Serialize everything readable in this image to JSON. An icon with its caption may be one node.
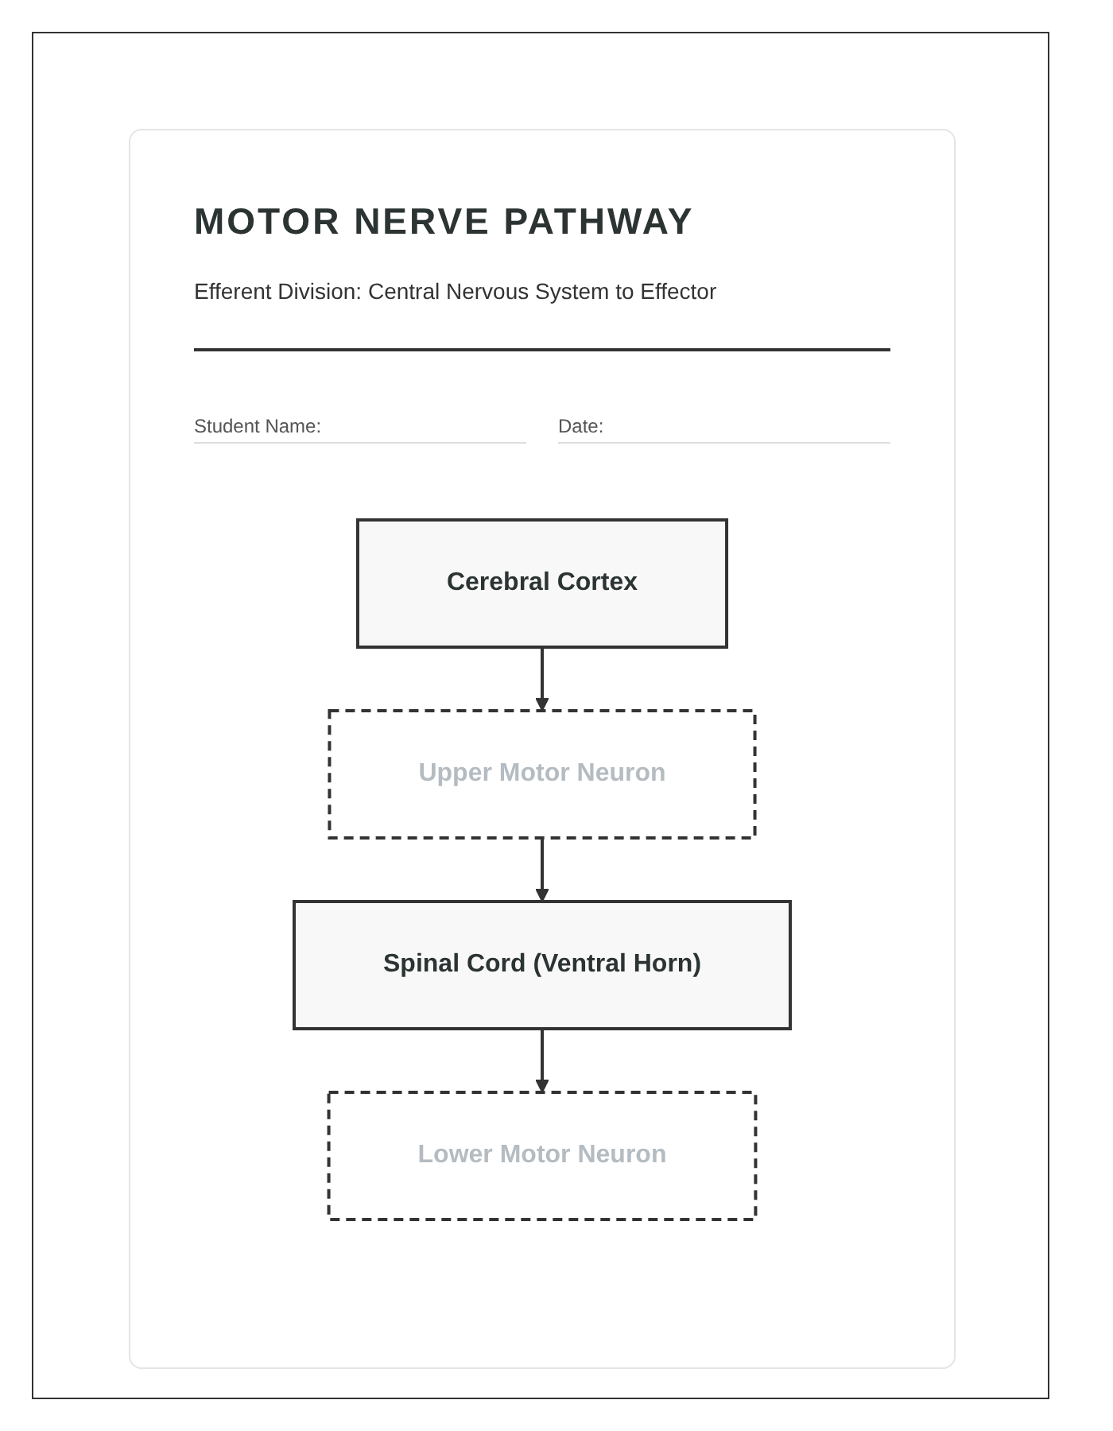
{
  "diagram": {
    "title": "MOTOR NERVE PATHWAY",
    "nodes": [
      {
        "text": [
          "Cerebral Cortex"
        ]
      },
      {
        "text": [
          "Upper Motor Neuron"
        ]
      },
      {
        "text": [
          "Spinal Cord (Ventral Horn)"
        ]
      },
      {
        "text": [
          "Lower Motor Neuron"
        ]
      }
    ],
    "edges": [
      {
        "from": 0,
        "to": 1,
        "arrow": "to"
      },
      {
        "from": 1,
        "to": 2,
        "arrow": "to"
      },
      {
        "from": 2,
        "to": 3,
        "arrow": "to"
      }
    ],
    "labels": [
      "Efferent Division: Central Nervous System to Effector",
      "Student Name:",
      "Date:"
    ]
  }
}
